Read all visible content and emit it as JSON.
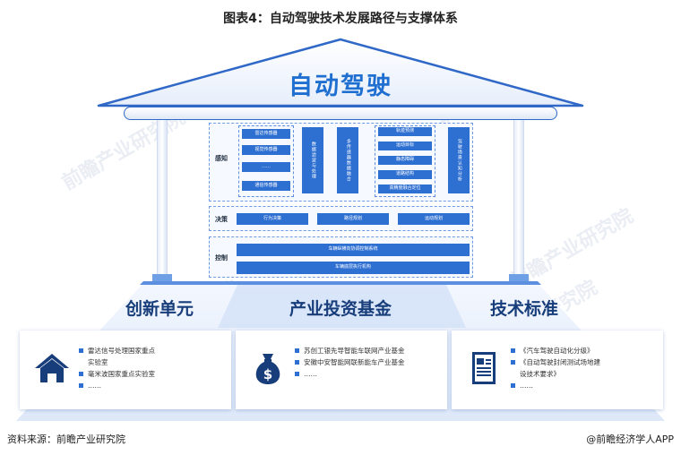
{
  "figure_title": "图表4：自动驾驶技术发展路径与支撑体系",
  "roof_title": "自动驾驶",
  "layers": {
    "perception": {
      "label": "感知",
      "sensors": [
        "雷达传感器",
        "视觉传感器",
        "……",
        "通信传感器"
      ],
      "processing_1": "数据滤波与处理",
      "processing_2": "多传感器数据融合",
      "tasks": [
        "轨迹预测",
        "运动目标",
        "静态障碍",
        "道路结构",
        "高精度融合定位"
      ],
      "vehicle_cognition": "驾驶场景认知分析"
    },
    "decision": {
      "label": "决策",
      "items": [
        "行为决策",
        "路径规划",
        "运动规划"
      ]
    },
    "control": {
      "label": "控制",
      "items": [
        "车辆纵横向协调控制系统",
        "车辆底层执行机构"
      ]
    }
  },
  "support_units": [
    {
      "title": "创新单元",
      "icon": "house-icon",
      "lines": [
        "雷达信号处理国家重点",
        "实验室",
        "毫米波国家重点实验室",
        "……"
      ]
    },
    {
      "title": "产业投资基金",
      "icon": "money-bag-icon",
      "lines": [
        "苏创工银先导智能车联网产业基金",
        "安徽中安智能网联新能车产业基金",
        "……"
      ]
    },
    {
      "title": "技术标准",
      "icon": "document-icon",
      "lines": [
        "《汽车驾驶自动化分级》",
        "《自动驾驶封闭测试场地建",
        "设技术要求》",
        "……"
      ]
    }
  ],
  "footer": {
    "source": "资料来源：前瞻产业研究院",
    "brand": "@前瞻经济学人APP"
  },
  "watermark": "前瞻产业研究院",
  "colors": {
    "accent": "#2e6fd2",
    "dark": "#173d7a",
    "light": "#eaf1fc"
  }
}
